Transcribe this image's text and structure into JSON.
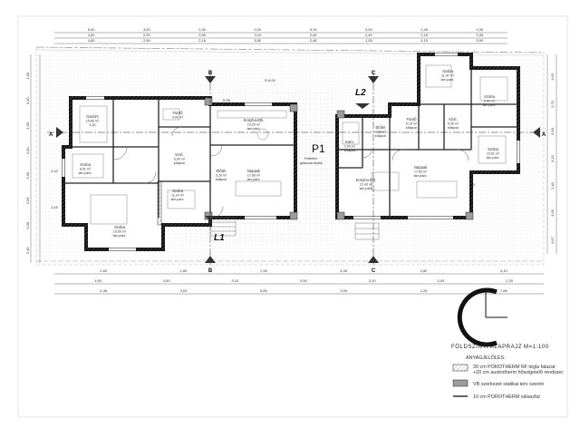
{
  "drawing": {
    "title": "FÖLDSZINTI ALAPRAJZ",
    "scale": "M=1:100",
    "legend_heading": "ANYAGJELÖLÉS:",
    "legend": [
      {
        "text": "30 cm POROTHERM NF tégla falazat",
        "text2": "+20 cm austrotherm hőszigetelő rendszer",
        "pattern": "hatch"
      },
      {
        "text": "VB szerkezet statikai terv szerint",
        "pattern": "grey"
      },
      {
        "text": "10 cm POROTHERM válaszfal",
        "pattern": "line"
      }
    ]
  },
  "labels": {
    "p1": "P1",
    "p1_sub1": "Fedetlen",
    "p1_sub2": "gépkocsi beálló",
    "l1": "L1",
    "l2": "L2",
    "sec_a": "A",
    "sec_b": "B",
    "sec_c": "C",
    "level": "R.6,00"
  },
  "rooms": [
    {
      "name": "Garázs",
      "area": "15,66 m²",
      "floor": "4,30",
      "floor2": ""
    },
    {
      "name": "Fürdő",
      "area": "4,90 m²",
      "floor": "",
      "floor2": ""
    },
    {
      "name": "Konyha-Étk.",
      "area": "10,25 m²",
      "floor": "lam.park.",
      "floor2": ""
    },
    {
      "name": "Szoba",
      "area": "8,51 m²",
      "floor": "lam.park.",
      "floor2": ""
    },
    {
      "name": "Közl.",
      "area": "6,90 m²",
      "floor": "kőlapok",
      "floor2": ""
    },
    {
      "name": "Előtér",
      "area": "5,28 m²",
      "floor": "kőlapok",
      "floor2": ""
    },
    {
      "name": "Nappali",
      "area": "17,68 m²",
      "floor": "lam.park.",
      "floor2": ""
    },
    {
      "name": "Szoba",
      "area": "11,24 m²",
      "floor": "lam.park.",
      "floor2": ""
    },
    {
      "name": "Szoba",
      "area": "10,50 m²",
      "floor": "lam.park.",
      "floor2": ""
    },
    {
      "name": "Szoba",
      "area": "11,47 m²",
      "floor": "lam.park.",
      "floor2": ""
    },
    {
      "name": "Szoba",
      "area": "9,94 m²",
      "floor": "lam.park.",
      "floor2": ""
    },
    {
      "name": "Fürdő",
      "area": "5,18 m²",
      "floor": "kőlapok",
      "floor2": ""
    },
    {
      "name": "Közl.",
      "area": "6,50 m²",
      "floor": "kőlapok",
      "floor2": ""
    },
    {
      "name": "Előtér",
      "area": "4,00 m²",
      "floor": "kőlapok",
      "floor2": ""
    },
    {
      "name": "Szoba",
      "area": "15,51 m²",
      "floor": "lam.park.",
      "floor2": ""
    },
    {
      "name": "Kam.",
      "area": "2,04 m²",
      "floor": "kőlapok",
      "floor2": ""
    },
    {
      "name": "Konyha-Étk.",
      "area": "12,43 m²",
      "floor": "lam.park.",
      "floor2": ""
    },
    {
      "name": "Nappali",
      "area": "17,60 m²",
      "floor": "lam.park.",
      "floor2": ""
    }
  ],
  "dims": {
    "top1": [
      "5,40",
      "3,00",
      "0,30",
      "0,20",
      "3,15",
      "3,30",
      "2,45",
      "0,30"
    ],
    "top2": [
      "4,50",
      "2,90",
      "0,90",
      "3,10",
      "2,45",
      "2,40",
      "2,15",
      "0,90"
    ],
    "top3": [
      "4,80",
      "2,54",
      "2,16",
      "5,50",
      "2,48",
      "1,05",
      "4,10",
      "0,90"
    ],
    "bot1": [
      "2,60",
      "1,60",
      "1,95",
      "4,05",
      "2,80",
      "4,10"
    ],
    "bot2": [
      "1,95",
      "3,00",
      "3,10",
      "5,50",
      "3,10",
      "3,05",
      "1,20"
    ],
    "bot3": [
      "4,48",
      "3,03",
      "5,85",
      "3,00",
      "2,25",
      "7,86"
    ],
    "left": [
      "1,60",
      "3,30",
      "1,90",
      "2,40",
      "3,30",
      "2,65",
      "3,00",
      "2,45"
    ],
    "right": [
      "1,65",
      "2,70",
      "3,90",
      "3,20",
      "2,40",
      "3,95",
      "3,67"
    ],
    "inner": [
      "4,30",
      "3,00",
      "6,00",
      "4,00",
      "3,20",
      "2,05",
      "1,10",
      "5,95",
      "2,00",
      "0,90",
      "2,12",
      "1,40",
      "2,13",
      "3,10",
      "2,55",
      "1,90",
      "2,10",
      "3,00",
      "1,95",
      "4,80",
      "2,15",
      "0,80",
      "40,00",
      "2,40",
      "2,45"
    ]
  },
  "colors": {
    "line": "#222222",
    "hatch": "#9a9a9a",
    "grey": "#9c9c9c",
    "paper": "#ffffff"
  }
}
